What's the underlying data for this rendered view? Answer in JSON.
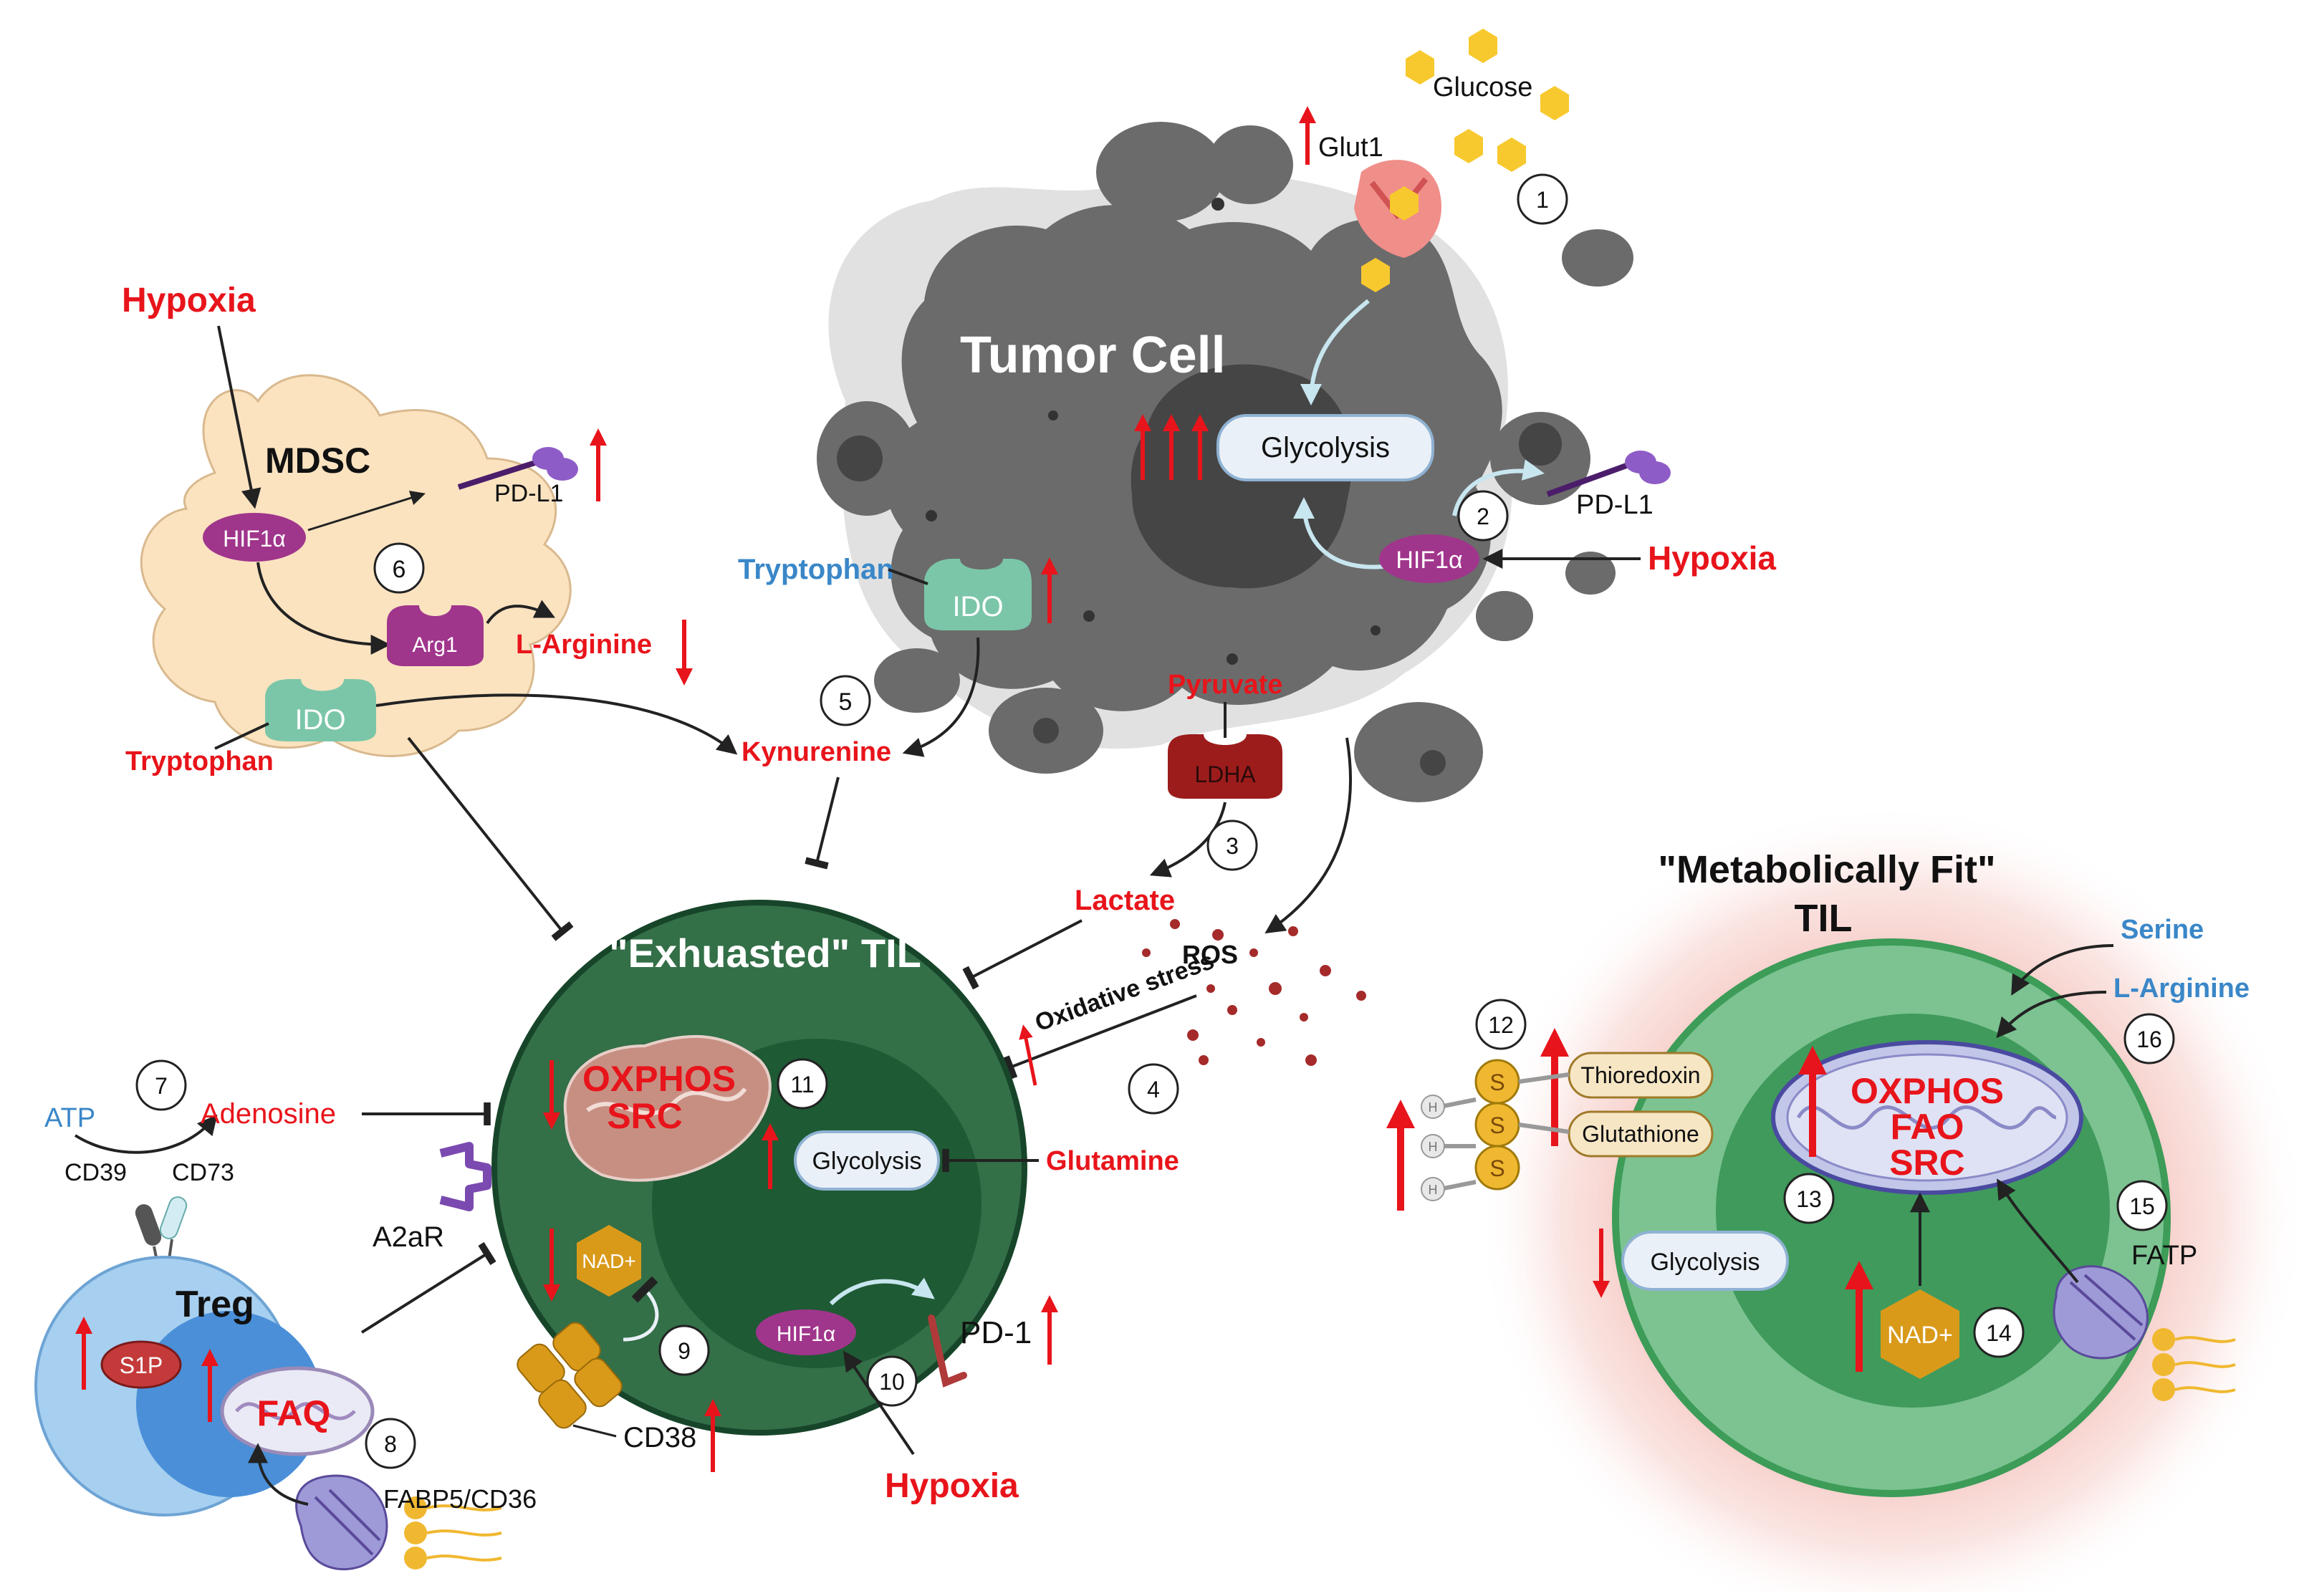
{
  "labels": {
    "glucose": "Glucose",
    "glut1": "Glut1",
    "tumor_cell": "Tumor Cell",
    "glycolysis_tumor": "Glycolysis",
    "pdl1_tumor": "PD-L1",
    "hif1a_tumor": "HIF1α",
    "hypoxia_tumor": "Hypoxia",
    "tryptophan_tumor": "Tryptophan",
    "ido_tumor": "IDO",
    "pyruvate": "Pyruvate",
    "ldha": "LDHA",
    "lactate": "Lactate",
    "ros": "ROS",
    "oxidative_stress": "Oxidative stress",
    "kynurenine": "Kynurenine",
    "hypoxia_mdsc": "Hypoxia",
    "mdsc": "MDSC",
    "hif1a_mdsc": "HIF1α",
    "pdl1_mdsc": "PD-L1",
    "arg1": "Arg1",
    "l_arginine_down": "L-Arginine",
    "ido_mdsc": "IDO",
    "tryptophan_mdsc": "Tryptophan",
    "exhausted_til": "\"Exhuasted\" TIL",
    "oxphos_src_1": "OXPHOS",
    "oxphos_src_2": "SRC",
    "glycolysis_til": "Glycolysis",
    "glutamine": "Glutamine",
    "nad_til": "NAD+",
    "cd38": "CD38",
    "hif1a_til": "HIF1α",
    "pd1": "PD-1",
    "hypoxia_til": "Hypoxia",
    "atp": "ATP",
    "adenosine": "Adenosine",
    "cd39": "CD39",
    "cd73": "CD73",
    "a2ar": "A2aR",
    "treg": "Treg",
    "s1p": "S1P",
    "faq": "FAQ",
    "fabp5_cd36": "FABP5/CD36",
    "fit_title_1": "\"Metabolically Fit\"",
    "fit_title_2": "TIL",
    "serine": "Serine",
    "l_arginine_fit": "L-Arginine",
    "thioredoxin": "Thioredoxin",
    "glutathione": "Glutathione",
    "s_glyph": "S",
    "h_glyph": "H",
    "fit_oxphos_1": "OXPHOS",
    "fit_oxphos_2": "FAO",
    "fit_oxphos_3": "SRC",
    "glycolysis_fit": "Glycolysis",
    "nad_fit": "NAD+",
    "fatp": "FATP"
  },
  "steps": [
    "1",
    "2",
    "3",
    "4",
    "5",
    "6",
    "7",
    "8",
    "9",
    "10",
    "11",
    "12",
    "13",
    "14",
    "15",
    "16"
  ],
  "colors": {
    "red": "#e8141b",
    "blue": "#3a87c8",
    "tumor_dark": "#6b6b6b",
    "tumor_core": "#4a4a4a",
    "mdsc_fill": "#fbe3c0",
    "til_outer": "#336f47",
    "til_inner": "#1e5a34",
    "fit_outer": "#7cc391",
    "fit_inner": "#3f9a5c",
    "treg_outer": "#a7cff0",
    "treg_inner": "#4a8fd8",
    "hif1a": "#a0358c",
    "ido": "#7bc6a8",
    "nad": "#d99a1a",
    "ldha": "#9c1c1c"
  }
}
